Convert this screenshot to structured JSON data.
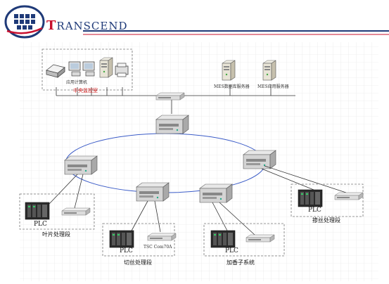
{
  "logo": {
    "initial": "T",
    "rest": "RANSCEND"
  },
  "control_center": {
    "label": "中央监控室",
    "device_caption": "应用计算机"
  },
  "servers": [
    {
      "label": "MES数据库服务器"
    },
    {
      "label": "MES应用服务器"
    }
  ],
  "sections": [
    {
      "plc": "PLC",
      "label": "叶片处理段"
    },
    {
      "plc": "PLC",
      "label": "切丝处理段",
      "device": "TSC Com70A"
    },
    {
      "plc": "PLC",
      "label": "加香子系统"
    },
    {
      "plc": "PLC",
      "label": "掺丝处理段"
    }
  ],
  "colors": {
    "brand_blue": "#1f3a78",
    "brand_red": "#c8102e",
    "ring": "#3a5bc7",
    "grid": "#e3e3e3",
    "dashed_box": "#777777"
  }
}
